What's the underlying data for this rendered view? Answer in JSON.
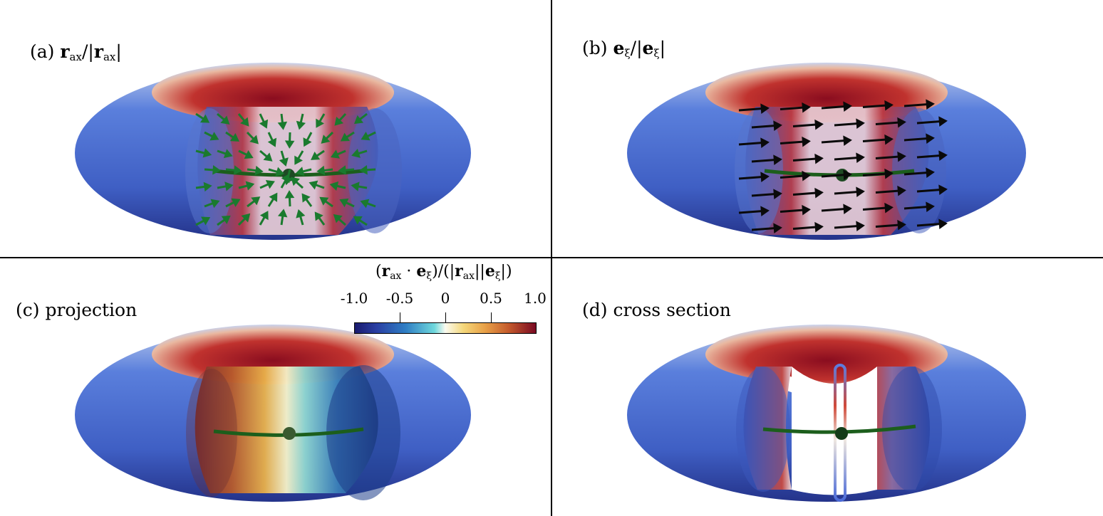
{
  "panels": {
    "a": {
      "letter": "(a)",
      "bold1": "r",
      "sub1": "ax",
      "sep": "/|",
      "bold2": "r",
      "sub2": "ax",
      "end": "|"
    },
    "b": {
      "letter": "(b)",
      "bold1": "e",
      "sub1": "ξ",
      "sep": "/|",
      "bold2": "e",
      "sub2": "ξ",
      "end": "|"
    },
    "c": {
      "label": "(c) projection"
    },
    "d": {
      "label": "(d) cross section"
    }
  },
  "colorbar": {
    "title_open": "(",
    "title_r": "r",
    "title_ax": "ax",
    "title_dot": " · ",
    "title_e": "e",
    "title_xi": "ξ",
    "title_mid": ")/(|",
    "title_r2": "r",
    "title_ax2": "ax",
    "title_bars": "||",
    "title_e2": "e",
    "title_xi2": "ξ",
    "title_close": "|)",
    "ticks": [
      "-1.0",
      "-0.5",
      "0",
      "0.5",
      "1.0"
    ],
    "tick_values": [
      -1.0,
      -0.5,
      0,
      0.5,
      1.0
    ],
    "range": [
      -1.0,
      1.0
    ]
  },
  "colors": {
    "torus_outer": "#4a6fd0",
    "torus_inner": "#c0262a",
    "arrows_a": "#1a7a2e",
    "arrows_b": "#0a0a0a",
    "axis_line": "#1c5e1c"
  }
}
